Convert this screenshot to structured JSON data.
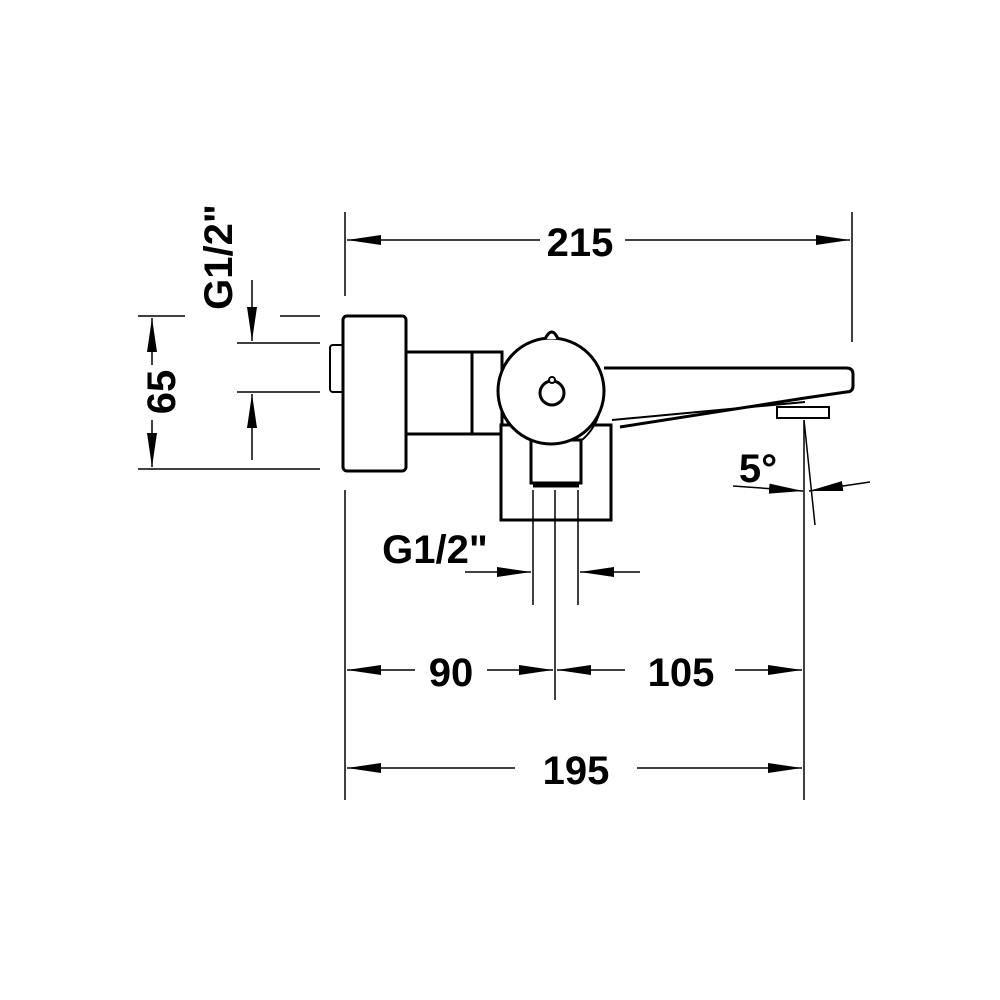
{
  "drawing": {
    "dimensions": {
      "overall_length": "215",
      "height": "65",
      "inlet_thread_side": "G1/2\"",
      "outlet_thread_bottom": "G1/2\"",
      "spout_angle": "5°",
      "wall_to_center": "90",
      "center_to_spout": "105",
      "wall_to_spout": "195"
    },
    "line_color": "#000000"
  }
}
